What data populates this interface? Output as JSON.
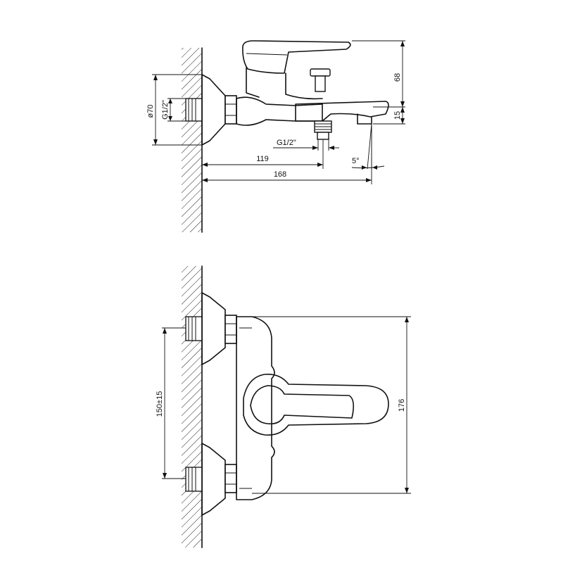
{
  "side_view": {
    "dim_height": "68",
    "dim_outlet": "15",
    "dim_diameter": "ø70",
    "dim_thread_inlet": "G1/2\"",
    "dim_thread_outlet": "G1/2\"",
    "dim_outlet_position": "119",
    "dim_total_length": "168",
    "dim_angle": "5°"
  },
  "front_view": {
    "dim_spacing": "150±15",
    "dim_height": "176"
  }
}
